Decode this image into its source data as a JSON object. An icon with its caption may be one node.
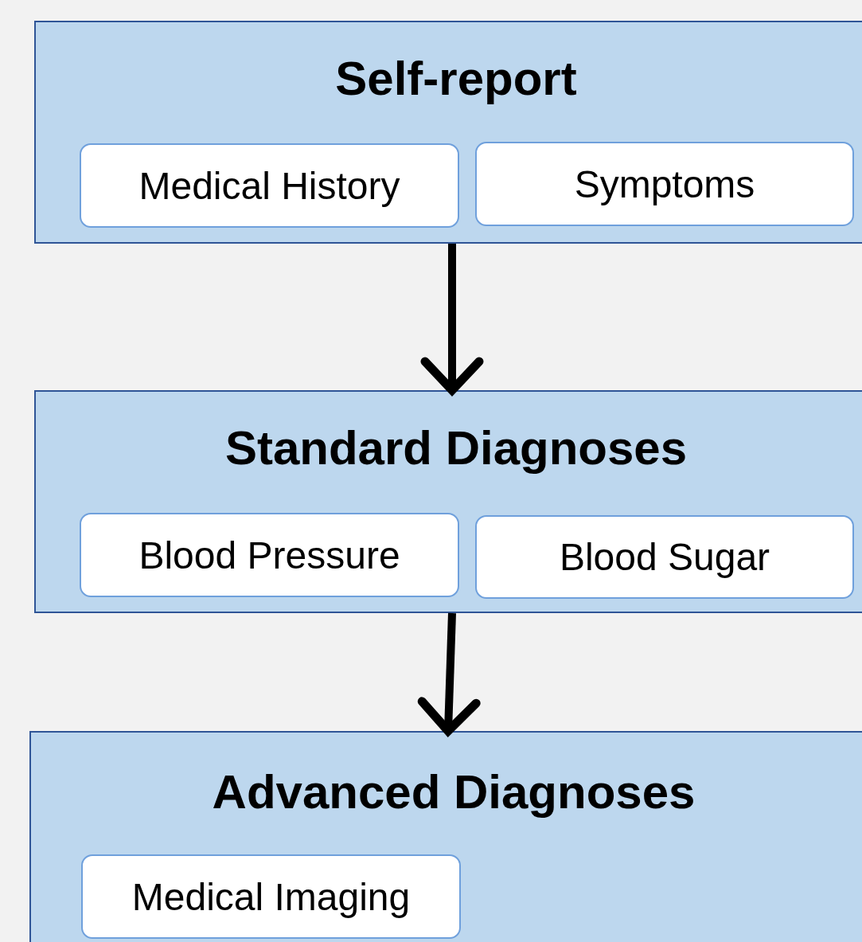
{
  "diagram": {
    "nodes": [
      {
        "text": [
          "Self-report"
        ]
      },
      {
        "text": [
          "Medical History"
        ],
        "in": 0
      },
      {
        "text": [
          "Symptoms"
        ],
        "in": 0
      },
      {
        "text": [
          "Standard Diagnoses"
        ]
      },
      {
        "text": [
          "Blood Pressure"
        ],
        "in": 3
      },
      {
        "text": [
          "Blood Sugar"
        ],
        "in": 3
      },
      {
        "text": [
          "Advanced Diagnoses"
        ]
      },
      {
        "text": [
          "Medical Imaging"
        ],
        "in": 6
      }
    ],
    "edges": [
      {
        "from": 0,
        "to": 3,
        "arrow": "to"
      },
      {
        "from": 3,
        "to": 6,
        "arrow": "to"
      }
    ]
  }
}
